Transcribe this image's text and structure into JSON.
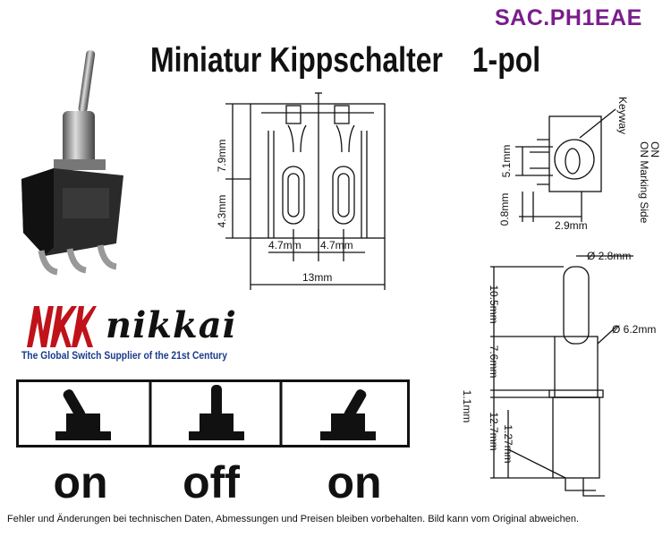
{
  "header": {
    "product_code": "SAC.PH1EAE",
    "title_main": "Miniatur Kippschalter",
    "title_pole": "1-pol"
  },
  "brand": {
    "name": "nikkai",
    "tagline": "The Global Switch Supplier of the 21st Century"
  },
  "positions": [
    "on",
    "off",
    "on"
  ],
  "front_view_dims": {
    "height_top": "7.9mm",
    "height_bottom": "4.3mm",
    "pitch_left": "4.7mm",
    "pitch_right": "4.7mm",
    "width": "13mm"
  },
  "top_view_dims": {
    "keyway": "Keyway",
    "marking_line1": "ON",
    "marking_line2": "ON Marking Side",
    "d1": "5.1mm",
    "d2": "0.8mm",
    "d3": "2.9mm"
  },
  "side_view_dims": {
    "lever_diameter": "Ø 2.8mm",
    "bushing_diameter": "Ø 6.2mm",
    "lever_length": "10.5mm",
    "bushing_length": "7.6mm",
    "washer": "1.1mm",
    "body_length": "12.7mm",
    "pin_length": "1.27mm"
  },
  "footer": "Fehler und Änderungen bei technischen Daten, Abmessungen und Preisen bleiben vorbehalten. Bild kann vom Original abweichen.",
  "colors": {
    "accent": "#7a1d8c",
    "logo_red": "#c0121a",
    "tagline": "#1a3a8c"
  }
}
